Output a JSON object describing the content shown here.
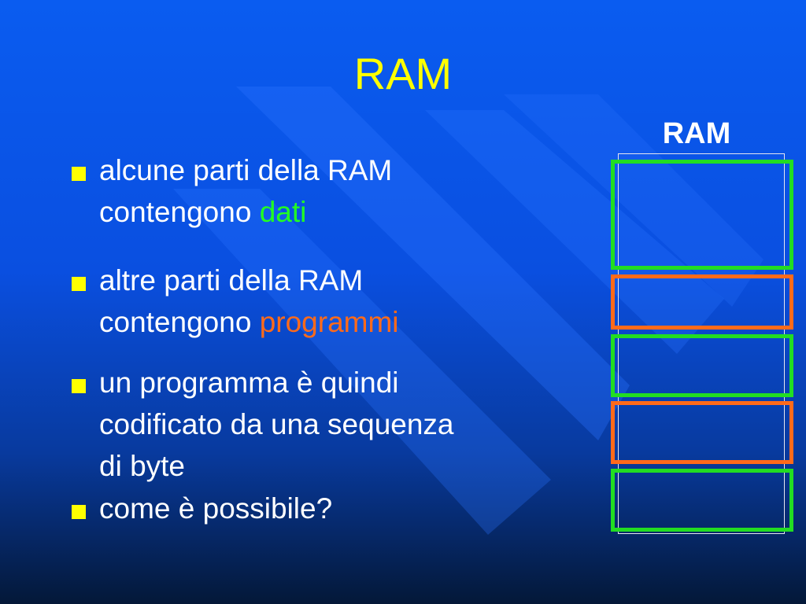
{
  "slide": {
    "title": "RAM",
    "ram_label": "RAM",
    "bullets": [
      {
        "line1": "alcune parti della RAM",
        "line2_prefix": "contengono ",
        "line2_highlight": "dati"
      },
      {
        "line1": "altre parti della RAM",
        "line2_prefix": "contengono ",
        "line2_highlight": "programmi"
      },
      {
        "line1": "un programma è quindi",
        "line2": "codificato da una sequenza",
        "line3": "di byte"
      },
      {
        "line1": "come è possibile?"
      }
    ]
  },
  "colors": {
    "title": "#ffff00",
    "bullet": "#ffff00",
    "data_segment": "#22dd22",
    "program_segment": "#ff6a1a"
  },
  "ram_segments": [
    "dati",
    "programmi",
    "dati",
    "programmi",
    "dati"
  ]
}
